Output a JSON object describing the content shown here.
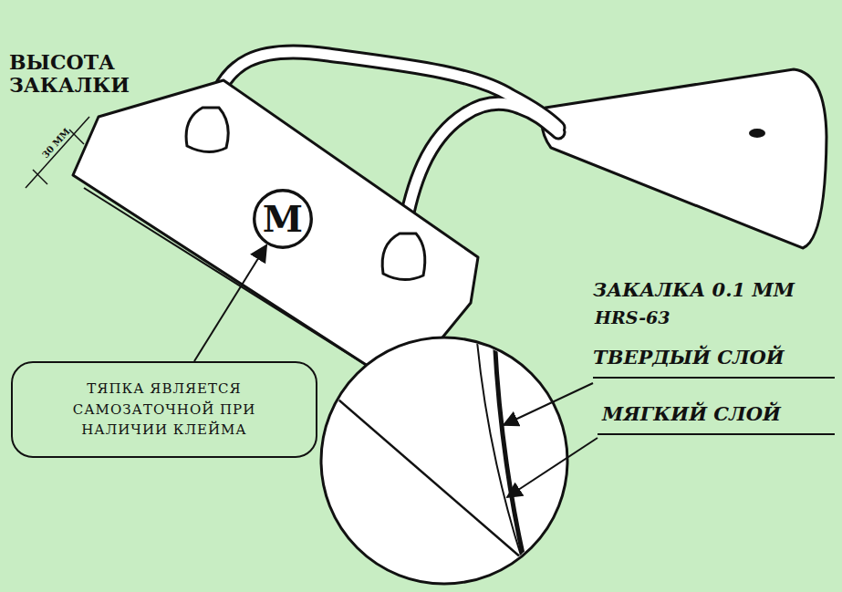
{
  "diagram": {
    "nodes": [
      {
        "text": [
          "М"
        ]
      },
      {
        "text": [
          "ТЯПКА ЯВЛЯЕТСЯ САМОЗАТОЧНОЙ ПРИ НАЛИЧИИ КЛЕЙМА"
        ]
      }
    ],
    "edges": [
      {
        "from": 1,
        "to": 0,
        "arrow": "to"
      }
    ],
    "labels": [
      "ВЫСОТА ЗАКАЛКИ",
      "30 ММ",
      "ЗАКАЛКА 0.1 ММ",
      "HRS-63",
      "ТВЕРДЫЙ СЛОЙ",
      "МЯГКИЙ СЛОЙ"
    ]
  }
}
